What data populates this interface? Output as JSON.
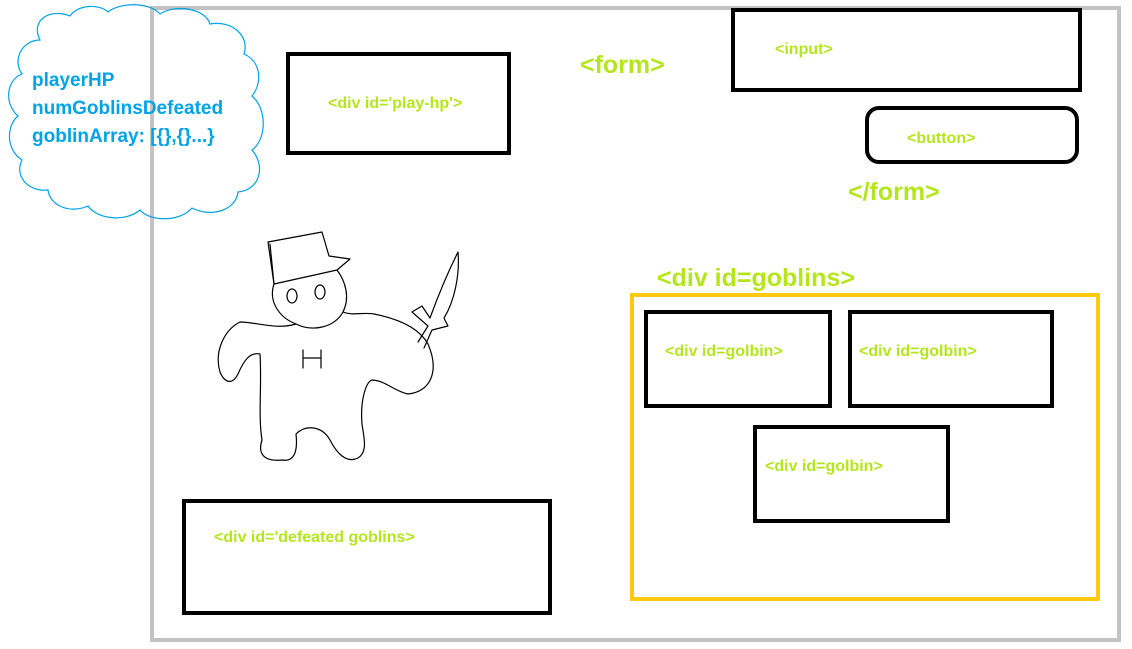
{
  "state_cloud": {
    "lines": [
      "playerHP",
      "numGoblinsDefeated",
      "goblinArray: [{},{}...}"
    ],
    "stroke_color": "#00a2e8",
    "text_color": "#00a2e8"
  },
  "player_hp_box": {
    "label": "<div id='play-hp'>"
  },
  "form": {
    "open_label": "<form>",
    "close_label": "</form>",
    "input_label": "<input>",
    "button_label": "<button>"
  },
  "goblins": {
    "heading": "<div id=goblins>",
    "container_color": "#ffc90e",
    "items": [
      {
        "label": "<div id=golbin>"
      },
      {
        "label": "<div id=golbin>"
      },
      {
        "label": "<div id=golbin>"
      }
    ]
  },
  "defeated_box": {
    "label": "<div id='defeated goblins>"
  },
  "colors": {
    "label_green": "#b5e61d",
    "frame_gray": "#c3c3c3",
    "box_black": "#000000"
  },
  "icons": {
    "player_drawing": "hero-with-knife-sketch"
  }
}
